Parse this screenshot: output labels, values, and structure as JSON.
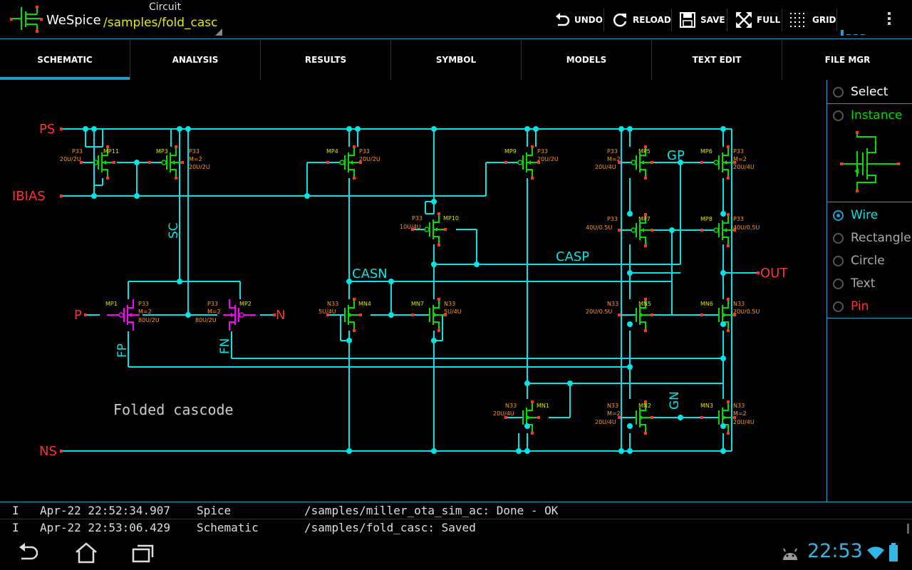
{
  "app": {
    "name": "WeSpice"
  },
  "circuit": {
    "label": "Circuit",
    "path": "/samples/fold_casc"
  },
  "toolbar": {
    "undo": "UNDO",
    "reload": "RELOAD",
    "save": "SAVE",
    "full": "FULL",
    "grid": "GRID"
  },
  "tabs": [
    "SCHEMATIC",
    "ANALYSIS",
    "RESULTS",
    "SYMBOL",
    "MODELS",
    "TEXT EDIT",
    "FILE MGR"
  ],
  "palette": {
    "select": "Select",
    "instance": "Instance",
    "wire": "Wire",
    "rectangle": "Rectangle",
    "circle": "Circle",
    "text": "Text",
    "pin": "Pin"
  },
  "schematic": {
    "title_text": "Folded cascode",
    "pins": {
      "ps": "PS",
      "ibias": "IBIAS",
      "ns": "NS",
      "p": "P",
      "n": "N",
      "out": "OUT"
    },
    "nets": {
      "sc": "SC",
      "fp": "FP",
      "fn": "FN",
      "casn": "CASN",
      "casp": "CASP",
      "gp": "GP",
      "gn": "GN"
    },
    "devices": {
      "mp11": {
        "name": "MP11",
        "model": "P33",
        "size": "20U/2U"
      },
      "mp3": {
        "name": "MP3",
        "model": "P33",
        "mult": "M=2",
        "size": "20U/2U"
      },
      "mp4": {
        "name": "MP4",
        "model": "P33",
        "size": "20U/2U"
      },
      "mp9": {
        "name": "MP9",
        "model": "P33",
        "size": "20U/2U"
      },
      "mp10": {
        "name": "MP10",
        "model": "P33",
        "size": "10U/4U"
      },
      "mp5": {
        "name": "MP5",
        "model": "P33",
        "mult": "M=2",
        "size": "20U/4U"
      },
      "mp6": {
        "name": "MP6",
        "model": "P33",
        "mult": "M=2",
        "size": "20U/4U"
      },
      "mp7": {
        "name": "MP7",
        "model": "P33",
        "size": "40U/0.5U"
      },
      "mp8": {
        "name": "MP8",
        "model": "P33",
        "size": "40U/0.5U"
      },
      "mp1": {
        "name": "MP1",
        "model": "P33",
        "mult": "M=2",
        "size": "80U/2U"
      },
      "mp2": {
        "name": "MP2",
        "model": "P33",
        "mult": "M=2",
        "size": "80U/2U"
      },
      "mn4": {
        "name": "MN4",
        "model": "N33",
        "size": "5U/4U"
      },
      "mn7": {
        "name": "MN7",
        "model": "N33",
        "size": "5U/4U"
      },
      "mn5": {
        "name": "MN5",
        "model": "N33",
        "size": "20U/0.5U"
      },
      "mn6": {
        "name": "MN6",
        "model": "N33",
        "size": "20U/0.5U"
      },
      "mn1": {
        "name": "MN1",
        "model": "N33",
        "size": "20U/4U"
      },
      "mn2": {
        "name": "MN2",
        "model": "N33",
        "mult": "M=2",
        "size": "20U/4U"
      },
      "mn3": {
        "name": "MN3",
        "model": "N33",
        "mult": "M=2",
        "size": "20U/4U"
      }
    }
  },
  "log": [
    {
      "level": "I",
      "time": "Apr-22 22:52:34.907",
      "source": "Spice",
      "message": "/samples/miller_ota_sim_ac: Done - OK"
    },
    {
      "level": "I",
      "time": "Apr-22 22:53:06.429",
      "source": "Schematic",
      "message": "/samples/fold_casc: Saved"
    }
  ],
  "status": {
    "clock": "22:53"
  },
  "colors": {
    "accent": "#1ea0c8",
    "wire": "#00e5e5",
    "transistor": "#00dd00",
    "pin": "#ff3030",
    "label": "#e0e000",
    "param": "#ff9a20",
    "selected": "#ff00ff"
  }
}
